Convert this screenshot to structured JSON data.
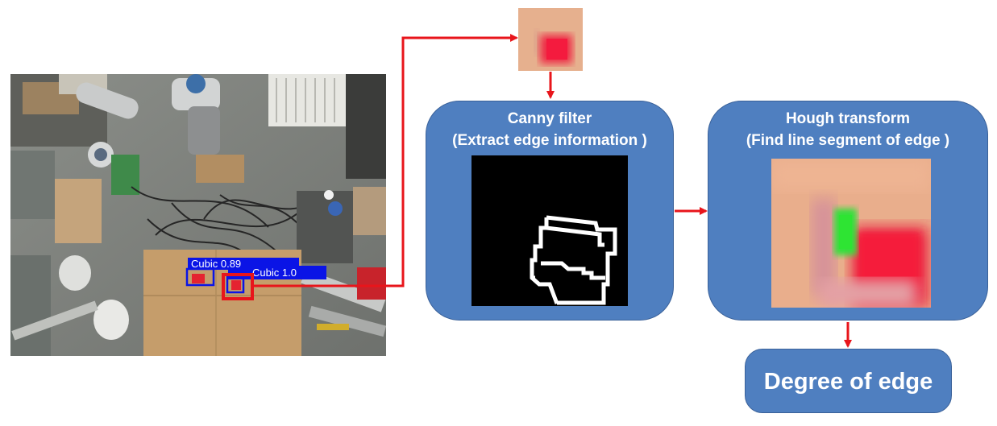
{
  "detections": {
    "label_1": "Cubic 0.89",
    "label_2": "Cubic 1.0"
  },
  "canny": {
    "title_line1": "Canny filter",
    "title_line2": "(Extract edge information )"
  },
  "hough": {
    "title_line1": "Hough transform",
    "title_line2": "(Find line segment of edge )"
  },
  "result": {
    "label": "Degree of edge"
  },
  "colors": {
    "box_fill": "#4f7fc0",
    "arrow": "#e8151b",
    "detection_box": "#0a14e6"
  }
}
